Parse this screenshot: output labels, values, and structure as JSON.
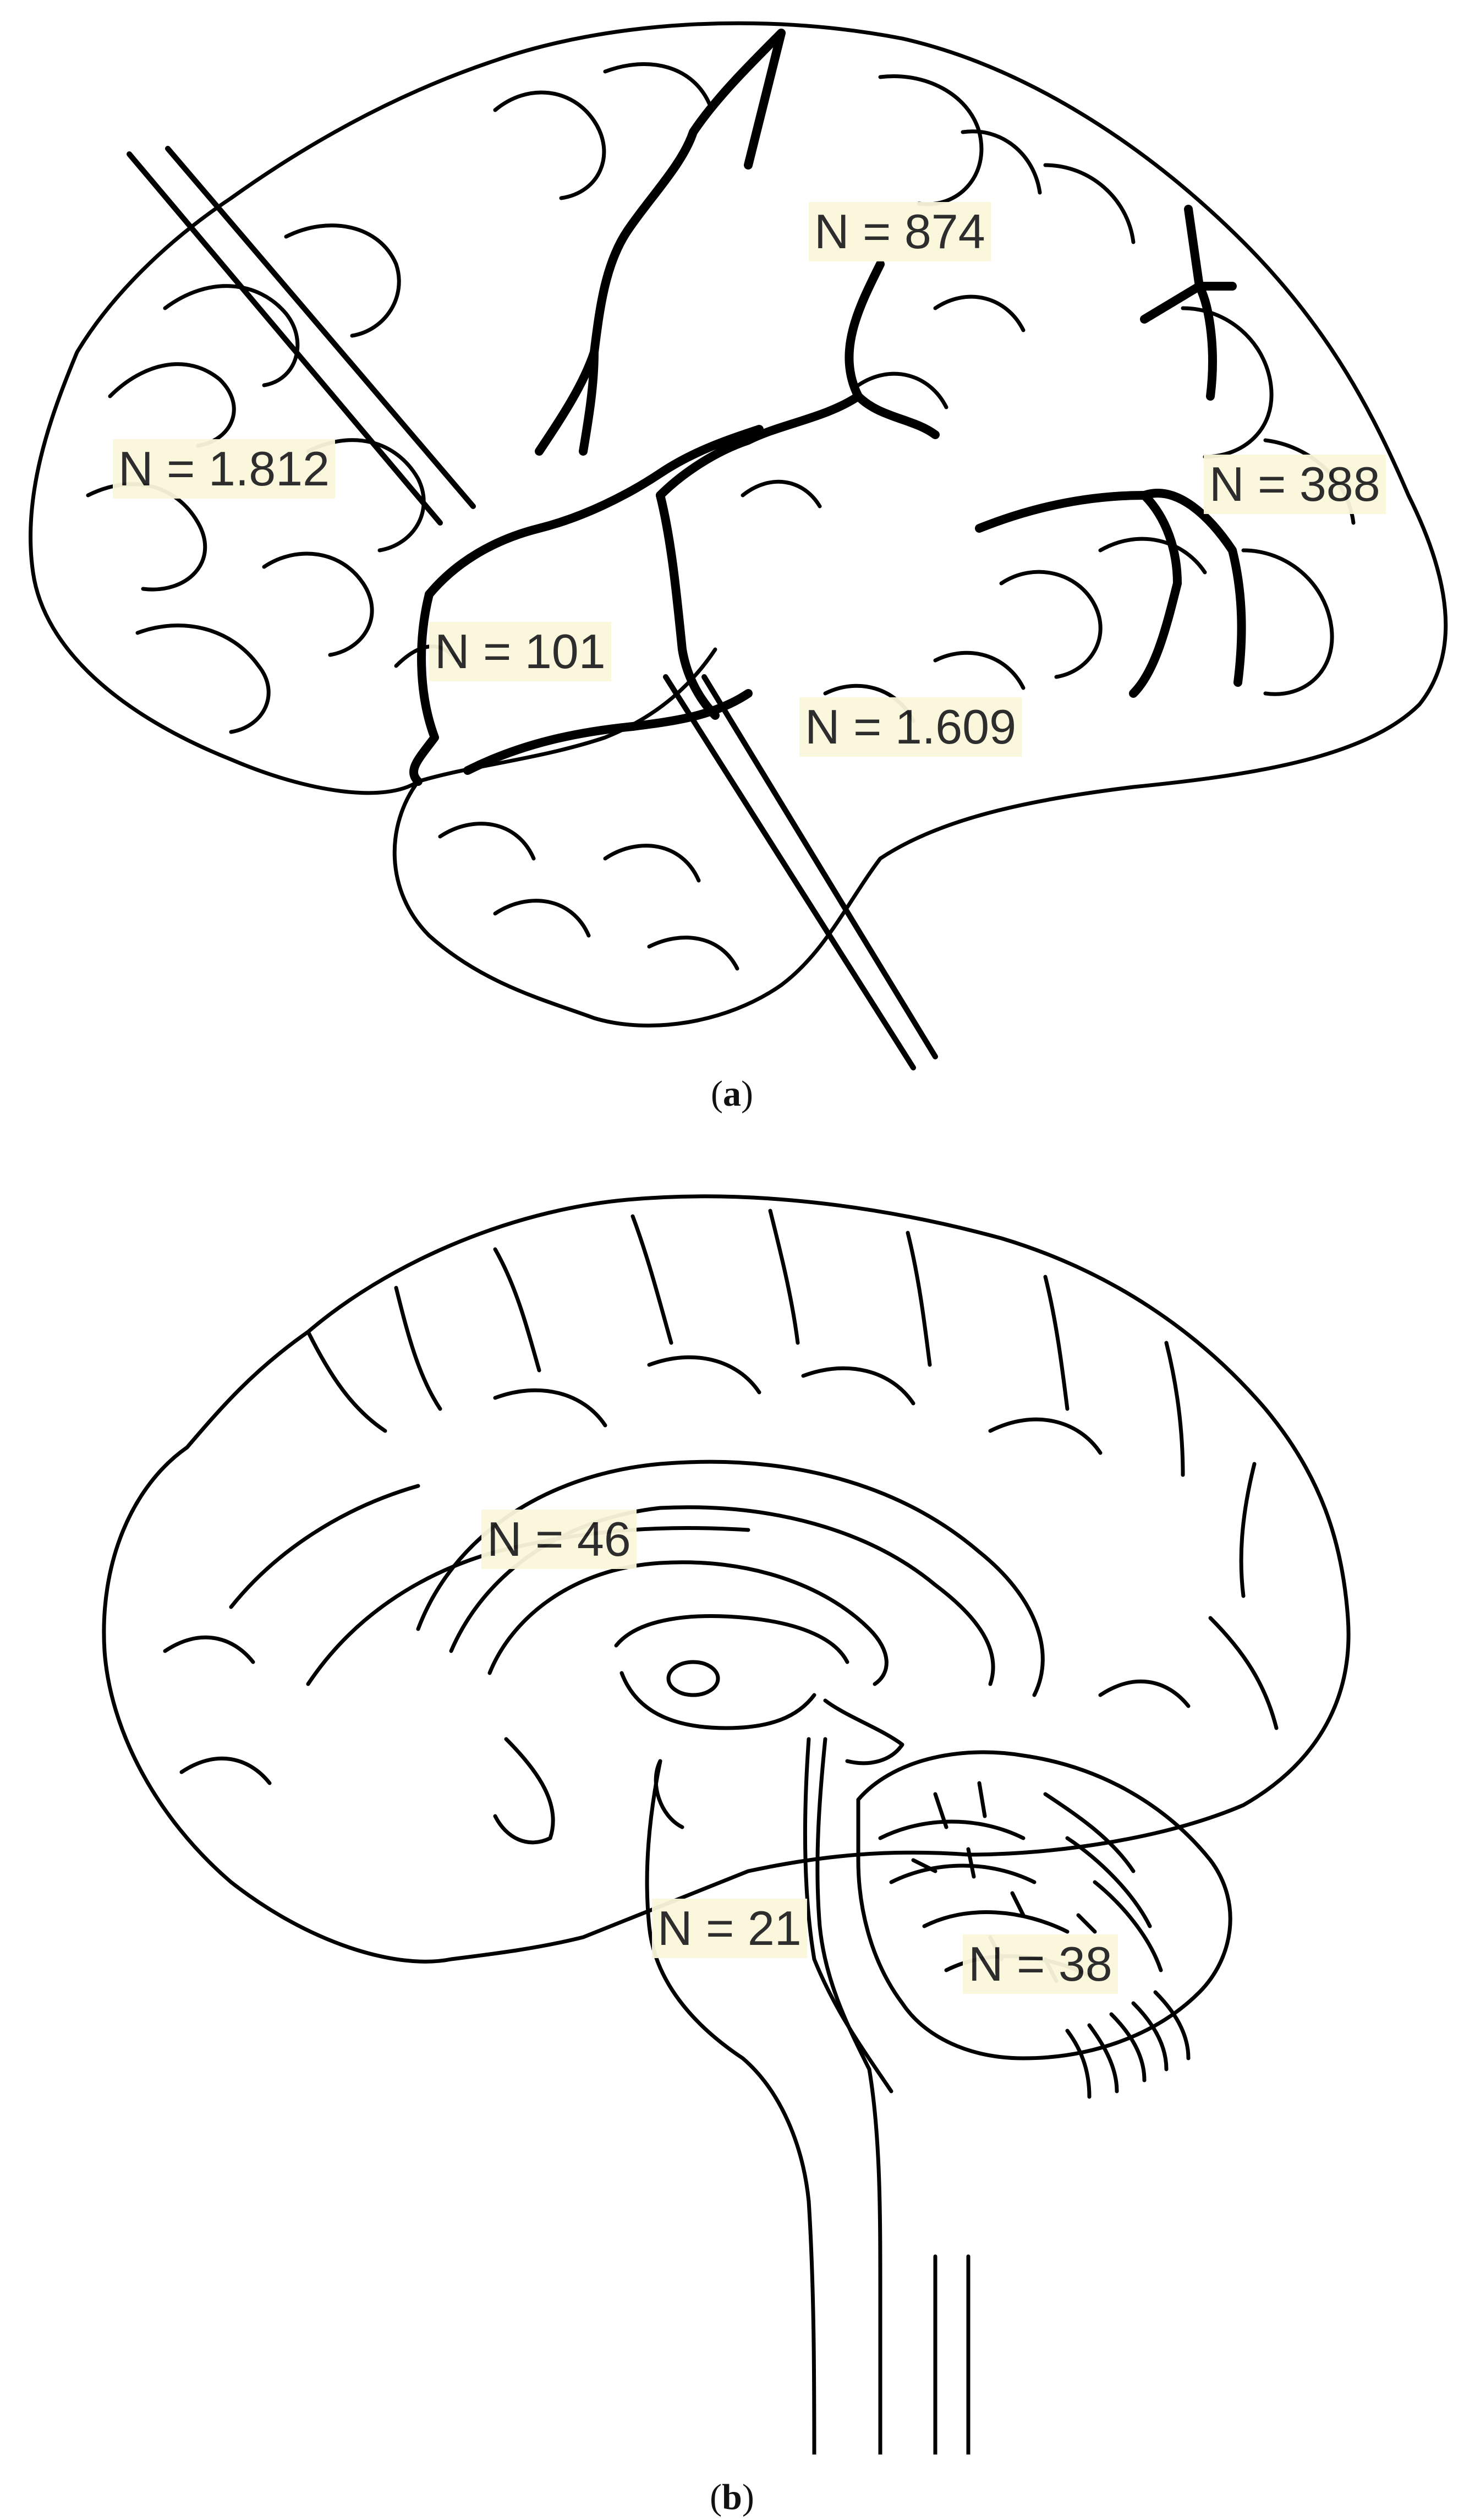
{
  "panel_a": {
    "caption_open": "(",
    "caption_letter": "a",
    "caption_close": ")",
    "labels": {
      "frontal": "N = 1.812",
      "parietal": "N = 874",
      "occipital": "N = 388",
      "insula": "N = 101",
      "temporal": "N = 1.609"
    }
  },
  "panel_b": {
    "caption_open": "(",
    "caption_letter": "b",
    "caption_close": ")",
    "labels": {
      "limbic": "N = 46",
      "brainstem": "N = 21",
      "cerebellum": "N = 38"
    }
  }
}
